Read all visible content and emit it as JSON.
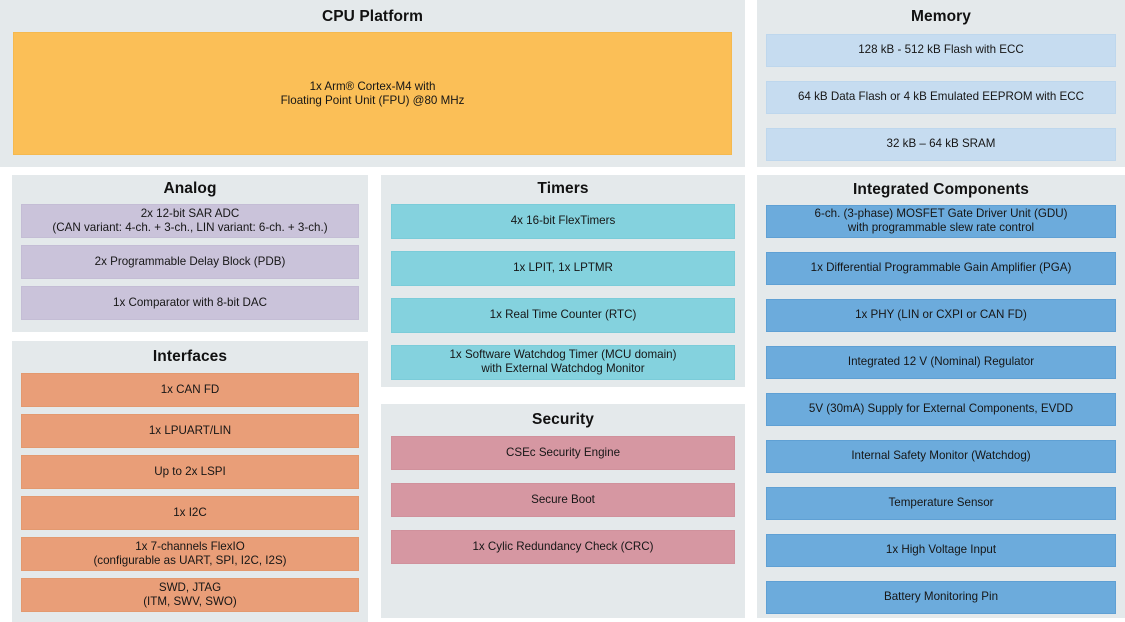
{
  "canvas": {
    "background": "#ffffff",
    "panel_background": "#e4e9eb"
  },
  "colors": {
    "cpu": "#fbbf57",
    "memory": "#c6dcf0",
    "analog": "#cac3da",
    "interfaces": "#e99e78",
    "timers": "#84d2de",
    "security": "#d697a2",
    "integrated": "#6cabdc"
  },
  "panels": {
    "cpu": {
      "title": "CPU Platform",
      "blocks": [
        "1x Arm® Cortex-M4 with\nFloating Point Unit (FPU) @80 MHz"
      ]
    },
    "memory": {
      "title": "Memory",
      "blocks": [
        "128 kB - 512 kB Flash with ECC",
        "64 kB Data Flash or 4 kB Emulated EEPROM with ECC",
        "32 kB – 64 kB SRAM"
      ]
    },
    "analog": {
      "title": "Analog",
      "blocks": [
        "2x 12-bit SAR ADC\n(CAN variant: 4-ch. + 3-ch., LIN variant: 6-ch. + 3-ch.)",
        "2x Programmable Delay Block (PDB)",
        "1x Comparator with 8-bit DAC"
      ]
    },
    "interfaces": {
      "title": "Interfaces",
      "blocks": [
        "1x CAN FD",
        "1x LPUART/LIN",
        "Up to 2x LSPI",
        "1x I2C",
        "1x 7-channels FlexIO\n(configurable as UART, SPI, I2C, I2S)",
        "SWD, JTAG\n(ITM, SWV, SWO)"
      ]
    },
    "timers": {
      "title": "Timers",
      "blocks": [
        "4x 16-bit FlexTimers",
        "1x LPIT, 1x LPTMR",
        "1x Real Time Counter (RTC)",
        "1x Software Watchdog Timer (MCU domain)\nwith External Watchdog Monitor"
      ]
    },
    "security": {
      "title": "Security",
      "blocks": [
        "CSEc Security Engine",
        "Secure Boot",
        "1x Cylic Redundancy Check (CRC)"
      ]
    },
    "integrated": {
      "title": "Integrated Components",
      "blocks": [
        "6-ch. (3-phase) MOSFET Gate Driver Unit (GDU)\nwith programmable slew rate control",
        "1x Differential Programmable Gain Amplifier (PGA)",
        "1x PHY (LIN or CXPI or CAN FD)",
        "Integrated 12 V (Nominal) Regulator",
        "5V (30mA) Supply for External Components, EVDD",
        "Internal Safety Monitor (Watchdog)",
        "Temperature Sensor",
        "1x High Voltage Input",
        "Battery Monitoring Pin"
      ]
    }
  }
}
